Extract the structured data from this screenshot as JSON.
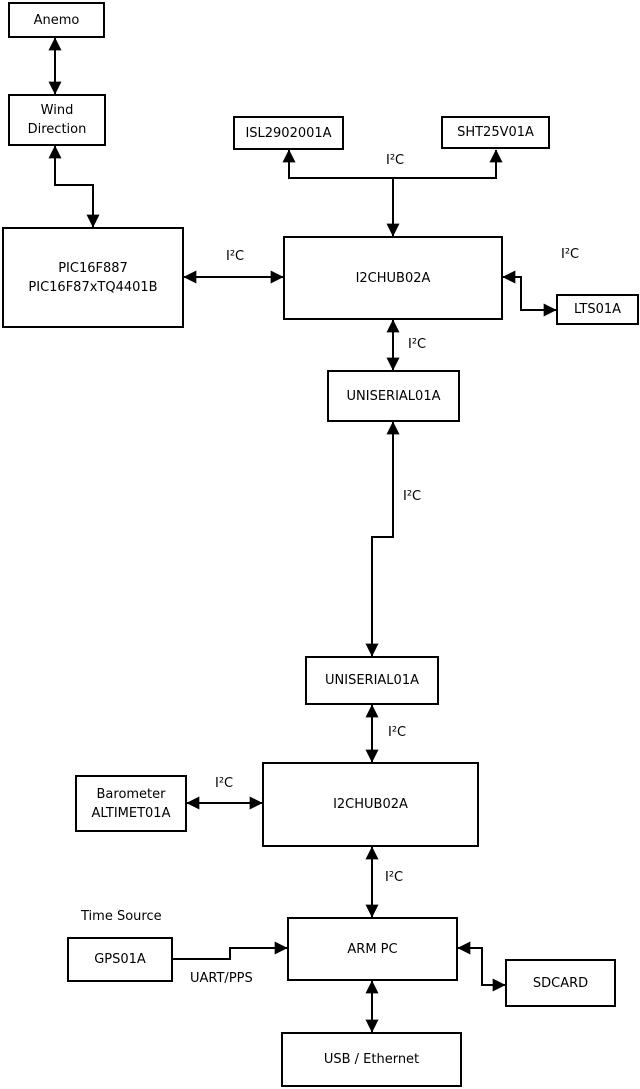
{
  "diagram": {
    "type": "block-diagram",
    "colors": {
      "background": "#ffffff",
      "line": "#000000",
      "box_fill": "#ffffff",
      "text": "#000000"
    },
    "nodes": {
      "anemo": {
        "label": "Anemo"
      },
      "wind": {
        "label": "Wind",
        "label2": "Direction"
      },
      "pic": {
        "label": "PIC16F887",
        "label2": "PIC16F87xTQ4401B"
      },
      "isl": {
        "label": "ISL2902001A"
      },
      "sht": {
        "label": "SHT25V01A"
      },
      "hub1": {
        "label": "I2CHUB02A"
      },
      "lts": {
        "label": "LTS01A"
      },
      "uni1": {
        "label": "UNISERIAL01A"
      },
      "uni2": {
        "label": "UNISERIAL01A"
      },
      "hub2": {
        "label": "I2CHUB02A"
      },
      "baro": {
        "label": "Barometer",
        "label2": "ALTIMET01A"
      },
      "armpc": {
        "label": "ARM PC"
      },
      "gps": {
        "label": "GPS01A"
      },
      "sdcard": {
        "label": "SDCARD"
      },
      "usb": {
        "label": "USB / Ethernet"
      }
    },
    "edge_labels": {
      "i2c": "I²C",
      "uart_pps": "UART/PPS"
    },
    "annotations": {
      "time_source": "Time Source"
    }
  }
}
